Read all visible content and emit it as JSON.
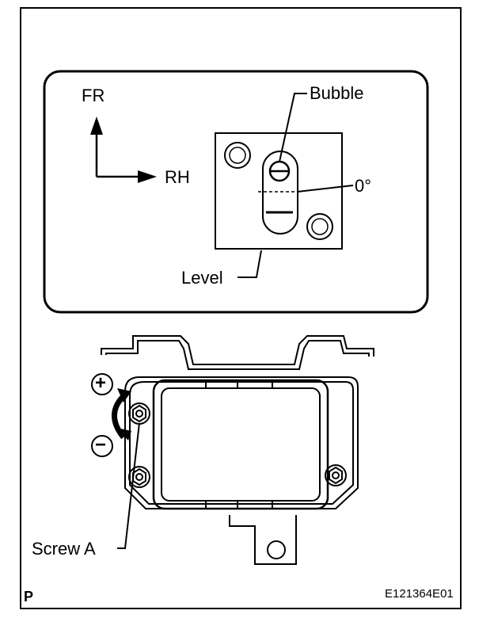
{
  "labels": {
    "fr": "FR",
    "rh": "RH",
    "bubble": "Bubble",
    "zero_deg": "0°",
    "level": "Level",
    "plus": "+",
    "minus": "−",
    "screw_a": "Screw A",
    "page_mark": "P",
    "figure_id": "E121364E01"
  }
}
